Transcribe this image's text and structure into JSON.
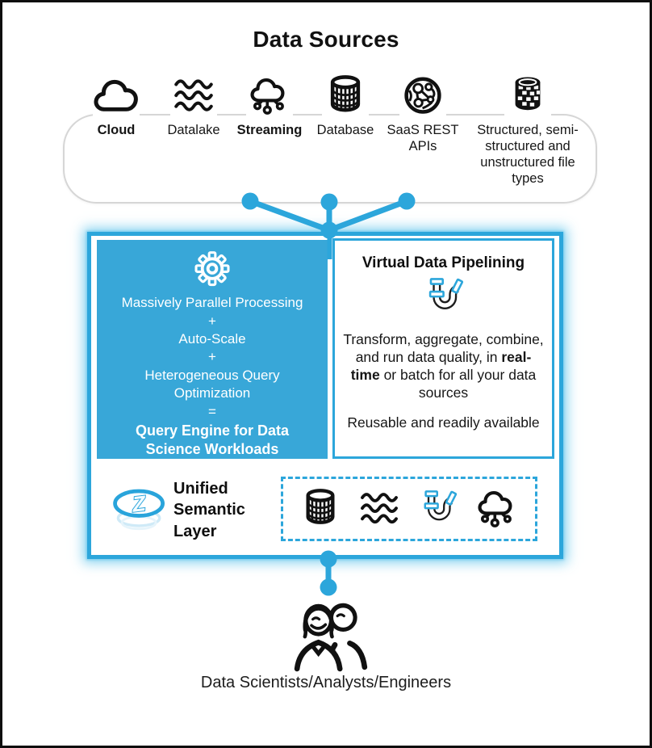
{
  "title": "Data Sources",
  "colors": {
    "accent": "#2CA6DB",
    "panel_blue": "#38A7D8",
    "container_border": "#D6D6D6",
    "glow": "#6EC9EC"
  },
  "data_sources": {
    "items": [
      {
        "label": "Cloud",
        "icon": "cloud-icon"
      },
      {
        "label": "Datalake",
        "icon": "waves-icon"
      },
      {
        "label": "Streaming",
        "icon": "streaming-cloud-icon"
      },
      {
        "label": "Database",
        "icon": "database-cylinder-icon"
      },
      {
        "label": "SaaS REST APIs",
        "icon": "globe-network-icon"
      },
      {
        "label": "Structured, semi-structured and unstructured file types",
        "icon": "mosaic-cylinder-icon"
      }
    ]
  },
  "engine_panel": {
    "icon": "gear-icon",
    "lines": [
      "Massively Parallel Processing",
      "+",
      "Auto-Scale",
      "+",
      "Heterogeneous Query Optimization",
      "="
    ],
    "result": "Query Engine for Data Science Workloads"
  },
  "pipeline_panel": {
    "title": "Virtual Data Pipelining",
    "icon": "pipe-icon",
    "body_pre": "Transform, aggregate, combine, and run data quality, in ",
    "body_bold": "real-time",
    "body_post": " or batch for all your data sources",
    "footer": "Reusable and readily available"
  },
  "semantic_layer": {
    "logo": "z-disc-logo",
    "label": "Unified Semantic Layer",
    "icons": [
      "database-cylinder-icon",
      "waves-icon",
      "pipe-icon",
      "streaming-cloud-icon"
    ]
  },
  "consumers": {
    "icon": "two-people-icon",
    "label": "Data Scientists/Analysts/Engineers"
  }
}
